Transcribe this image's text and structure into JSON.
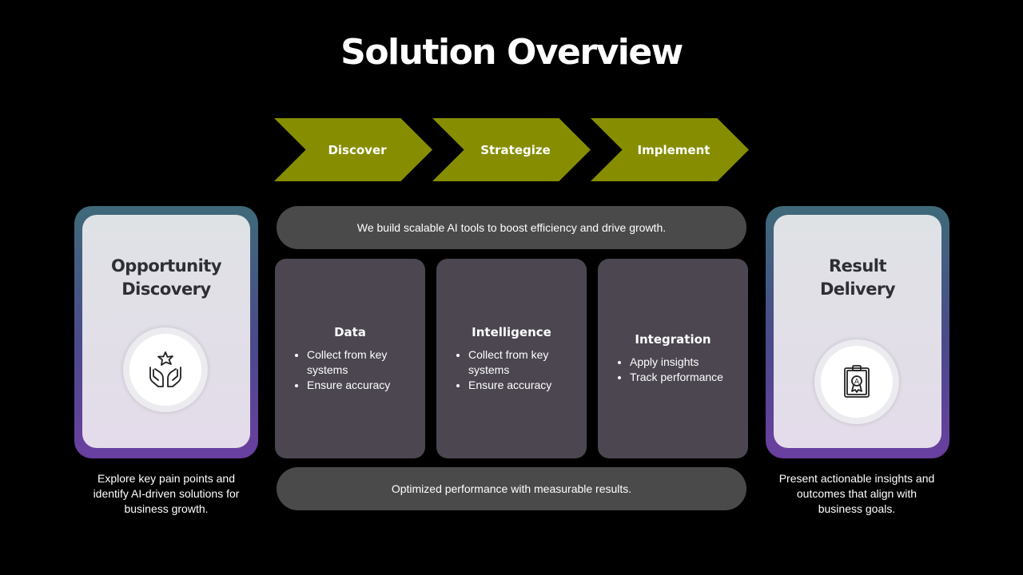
{
  "title": "Solution Overview",
  "steps": [
    "Discover",
    "Strategize",
    "Implement"
  ],
  "top_pill": "We build scalable AI tools to boost efficiency and drive growth.",
  "bottom_pill": "Optimized performance with measurable results.",
  "left": {
    "title_line1": "Opportunity",
    "title_line2": "Discovery",
    "icon": "hands-star-icon",
    "caption_line1": "Explore key pain points and",
    "caption_line2": "identify AI-driven solutions for",
    "caption_line3": "business growth."
  },
  "right": {
    "title_line1": "Result",
    "title_line2": "Delivery",
    "icon": "clipboard-award-icon",
    "caption_line1": "Present actionable insights and",
    "caption_line2": "outcomes that align with",
    "caption_line3": "business goals."
  },
  "cards": [
    {
      "title": "Data",
      "items": [
        "Collect from key systems",
        "Ensure accuracy"
      ]
    },
    {
      "title": "Intelligence",
      "items": [
        "Collect from key systems",
        "Ensure accuracy"
      ]
    },
    {
      "title": "Integration",
      "items": [
        "Apply insights",
        "Track performance"
      ]
    }
  ],
  "colors": {
    "chevron": "#868e00",
    "card": "#4b4650",
    "pill": "#4a4a4a",
    "background": "#000000"
  }
}
